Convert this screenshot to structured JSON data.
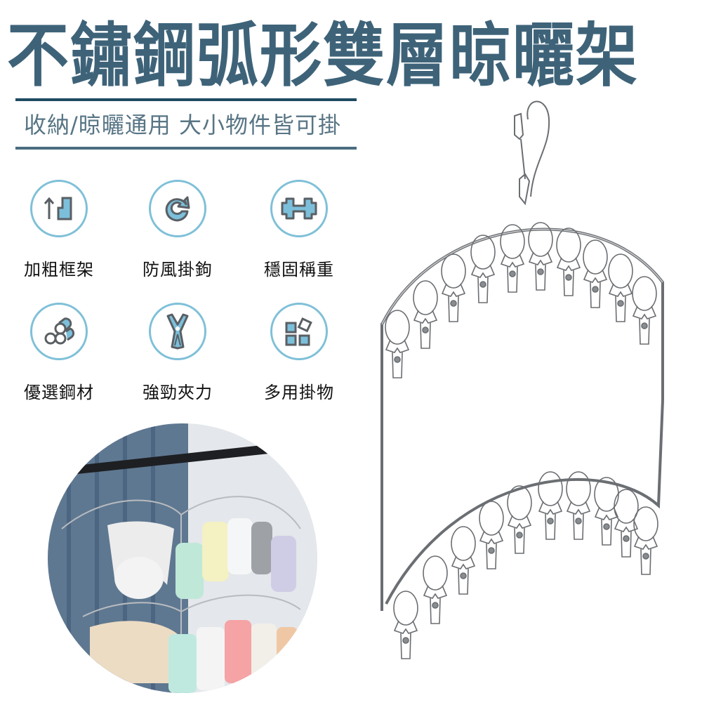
{
  "header": {
    "title": "不鏽鋼弧形雙層晾曬架",
    "subtitle": "收納/晾曬通用 大小物件皆可掛"
  },
  "colors": {
    "title": "#3e6379",
    "subtitle": "#587585",
    "rule_top": "#1e4a62",
    "rule_bottom": "#4a6d80",
    "icon_ring": "#7fc0d8",
    "icon_fill": "#7cbfdb",
    "icon_stroke": "#5a5f63"
  },
  "features": [
    {
      "icon": "thickened-frame-icon",
      "label": "加粗框架"
    },
    {
      "icon": "windproof-hook-icon",
      "label": "防風掛鉤"
    },
    {
      "icon": "dumbbell-icon",
      "label": "穩固稱重"
    },
    {
      "icon": "steel-pipes-icon",
      "label": "優選鋼材"
    },
    {
      "icon": "clothespin-icon",
      "label": "強勁夾力"
    },
    {
      "icon": "multi-grid-icon",
      "label": "多用掛物"
    }
  ],
  "product_image": {
    "description": "stainless steel arched two-tier hanger with swivel hook and clips",
    "upper_tier_clips": 10,
    "lower_tier_clips": 10
  },
  "lifestyle_photo": {
    "description": "two hangers on a black rail holding bras and colorful socks"
  }
}
